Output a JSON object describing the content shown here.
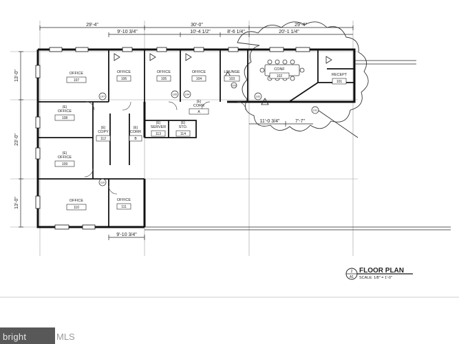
{
  "plan": {
    "rooms": [
      {
        "id": "office-107",
        "label": "OFFICE",
        "number": "107"
      },
      {
        "id": "office-106",
        "label": "OFFICE",
        "number": "106"
      },
      {
        "id": "office-105",
        "label": "OFFICE",
        "number": "105"
      },
      {
        "id": "office-104",
        "label": "OFFICE",
        "number": "104"
      },
      {
        "id": "lounge-103",
        "label": "LOUNGE",
        "number": "103"
      },
      {
        "id": "conf-102",
        "label": "CONF",
        "number": "102"
      },
      {
        "id": "recept-101",
        "label": "RECEPT",
        "number": "101"
      },
      {
        "id": "office-108",
        "label": "OFFICE",
        "number": "108",
        "tag": "(E)"
      },
      {
        "id": "office-109",
        "label": "OFFICE",
        "number": "109",
        "tag": "(E)"
      },
      {
        "id": "office-110",
        "label": "OFFICE",
        "number": "110"
      },
      {
        "id": "office-111",
        "label": "OFFICE",
        "number": "111"
      },
      {
        "id": "copy-112",
        "label": "COPY",
        "number": "112",
        "tag": "(E)"
      },
      {
        "id": "corr-b",
        "label": "CORR",
        "number": "B",
        "tag": "(E)"
      },
      {
        "id": "server-113",
        "label": "SERVER",
        "number": "113",
        "tag": "(E)"
      },
      {
        "id": "sto-114",
        "label": "STO.",
        "number": "114",
        "tag": "(E)"
      },
      {
        "id": "corr-a",
        "label": "CORR",
        "number": "A",
        "tag": "(E)"
      }
    ],
    "dimensions": {
      "top_left": "29'-4\"",
      "top_mid": "30'-0\"",
      "top_right": "29'-4\"",
      "sub_1": "9'-10 3/4\"",
      "sub_2": "10'-4 1/2\"",
      "sub_3": "8'-6 1/4\"",
      "sub_4": "20'-1 1/4\"",
      "left_1": "13'-0\"",
      "left_2": "23'-0\"",
      "left_3": "13'-0\"",
      "bottom_1": "9'-10 3/4\"",
      "conf_1": "11'-0 3/4\"",
      "conf_2": "7'-7\""
    },
    "door_tags": [
      "107",
      "105",
      "104",
      "102",
      "110",
      "103",
      "101"
    ],
    "title": "FLOOR PLAN",
    "scale": "SCALE: 1/8\" = 1'-0\"",
    "detail_ref_top": "2",
    "detail_ref_bottom": "A1"
  },
  "watermark": {
    "brand": "bright",
    "suffix": "MLS"
  }
}
